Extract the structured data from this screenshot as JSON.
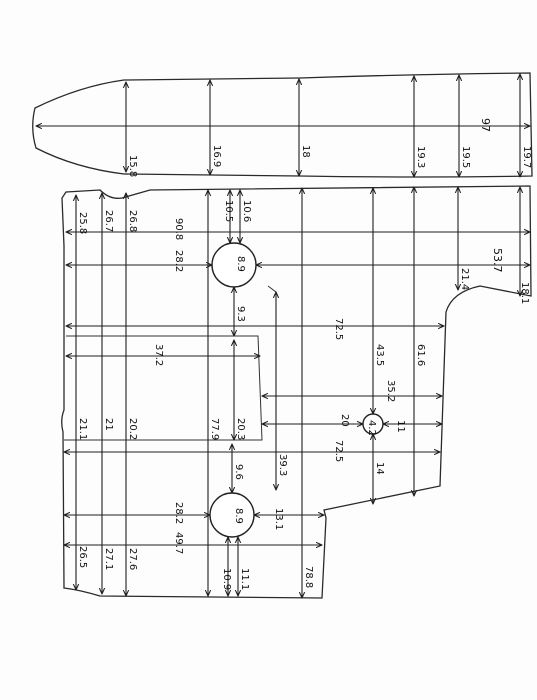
{
  "drawing": {
    "top_piece": {
      "labels": {
        "w1": "15.8",
        "w2": "16.9",
        "w3": "18",
        "w4": "19.3",
        "w5": "19.5",
        "w6": "19.7",
        "length": "97"
      }
    },
    "main_piece": {
      "labels": {
        "top_a": "25.8",
        "top_b": "26.7",
        "top_c": "26.8",
        "top_d": "90.8",
        "hole_top_left": "10.5",
        "hole_top_right": "10.6",
        "hole_top_size": "8.9",
        "top_mid": "28.2",
        "right_side": "53.7",
        "right_notch": "21.4",
        "right_small": "18.1",
        "hole_top_down": "9.3",
        "span_a": "72.5",
        "mid_left": "37.2",
        "col_a": "43.5",
        "col_b": "61.6",
        "col_c": "35.2",
        "col_d": "21.1",
        "col_e": "21",
        "col_f": "20.2",
        "col_g": "77.9",
        "col_h": "20.3",
        "small_hole": "4.2",
        "small_hole_left": "20",
        "small_hole_right": "11",
        "small_hole_down": "14",
        "span_b": "72.5",
        "drop_a": "39.3",
        "drop_b": "9.6",
        "hole_bottom_size": "8.9",
        "bottom_mid": "28.2",
        "bottom_notch": "13.1",
        "bottom_a": "26.5",
        "bottom_b": "27.1",
        "bottom_c": "27.6",
        "bottom_d": "49.7",
        "hole_bottom_left": "10.9",
        "hole_bottom_right": "11.1",
        "bottom_total": "78.8"
      }
    }
  }
}
